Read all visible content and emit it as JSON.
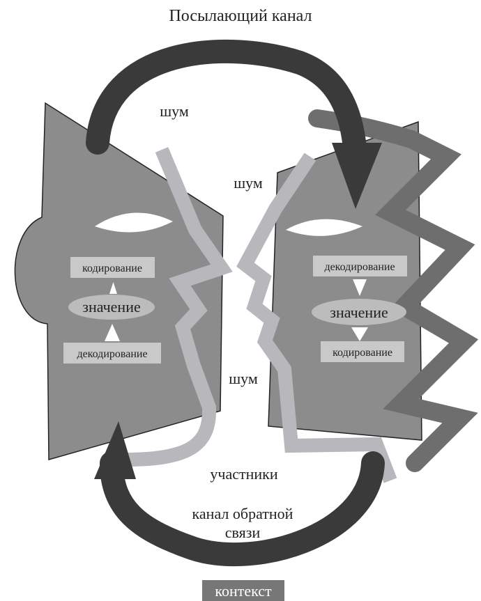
{
  "title": "Посылающий канал",
  "noise": {
    "top": "шум",
    "middle": "шум",
    "bottom": "шум"
  },
  "left_head": {
    "encoding": "кодирование",
    "meaning": "значение",
    "decoding": "декодирование"
  },
  "right_head": {
    "decoding": "декодирование",
    "meaning": "значение",
    "encoding": "кодирование"
  },
  "participants": "участники",
  "feedback_line1": "канал обратной",
  "feedback_line2": "связи",
  "context": "контекст",
  "colors": {
    "head_fill": "#8c8c8c",
    "head_stroke": "#222222",
    "dark_arrow": "#3a3a3a",
    "mid_zigzag": "#6e6e6e",
    "light_band": "#b8b8bc",
    "label_box": "#c9c9c9",
    "meaning_ellipse": "#bcbcbc",
    "context_box": "#777777",
    "context_text": "#ffffff"
  }
}
